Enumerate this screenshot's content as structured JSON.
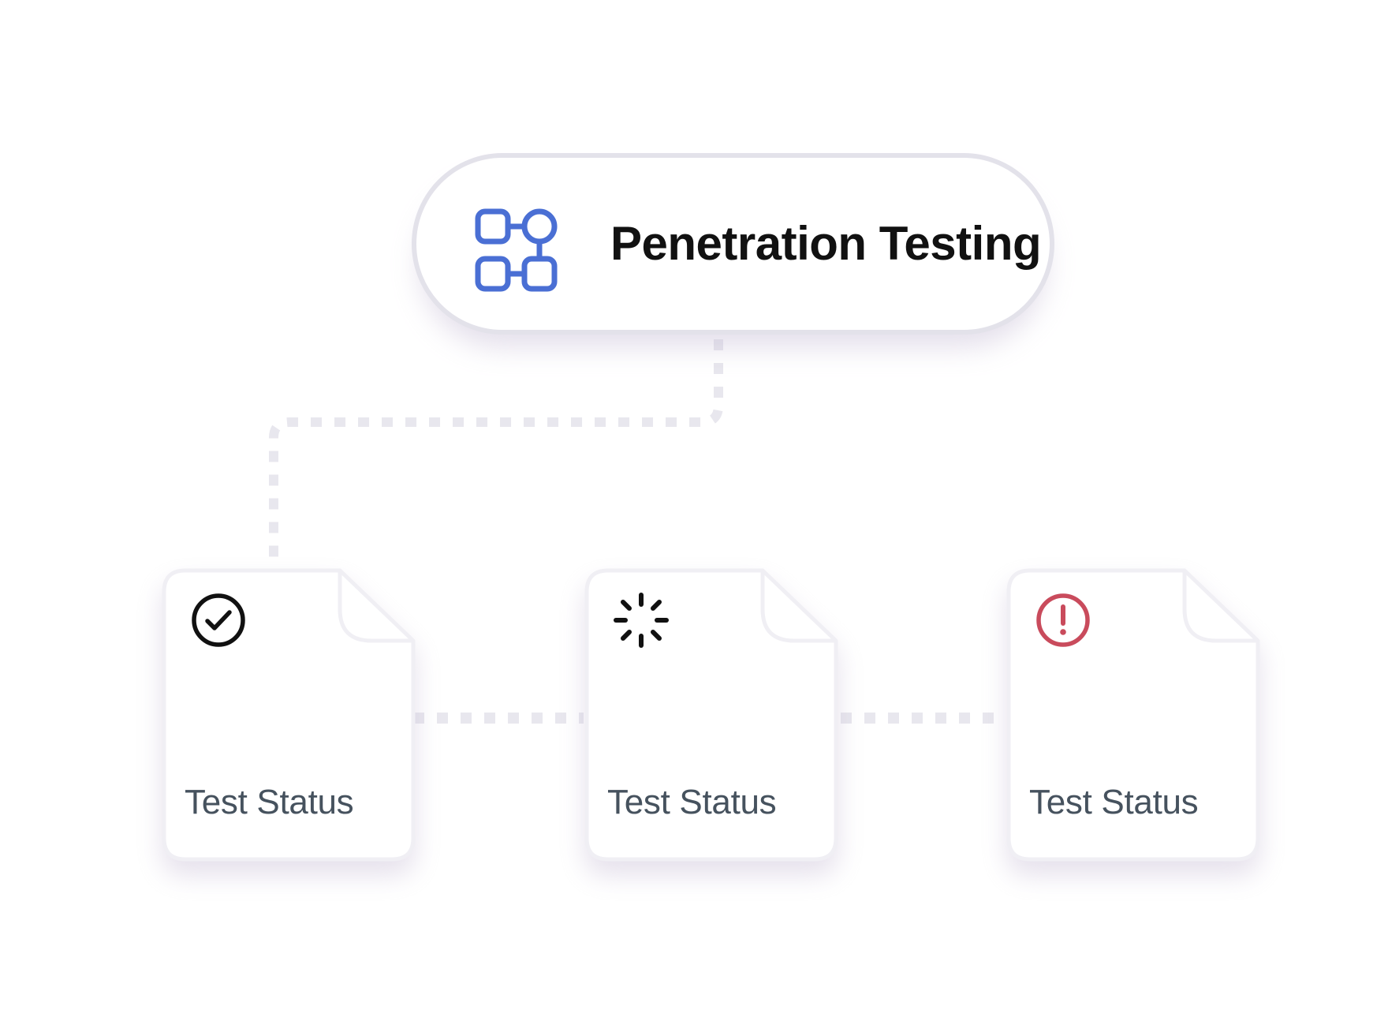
{
  "title": "Penetration Testing",
  "cards": [
    {
      "label": "Test Status",
      "status": "passed",
      "icon": "check-circle-icon",
      "icon_color": "#111111"
    },
    {
      "label": "Test Status",
      "status": "in-progress",
      "icon": "loading-spinner-icon",
      "icon_color": "#111111"
    },
    {
      "label": "Test Status",
      "status": "error",
      "icon": "alert-circle-icon",
      "icon_color": "#c94b5c"
    }
  ],
  "colors": {
    "accent": "#4a6fd4",
    "connector": "#e8e7ee",
    "border": "#e3e2ea",
    "label": "#46525e",
    "title": "#111111",
    "error": "#c94b5c"
  }
}
